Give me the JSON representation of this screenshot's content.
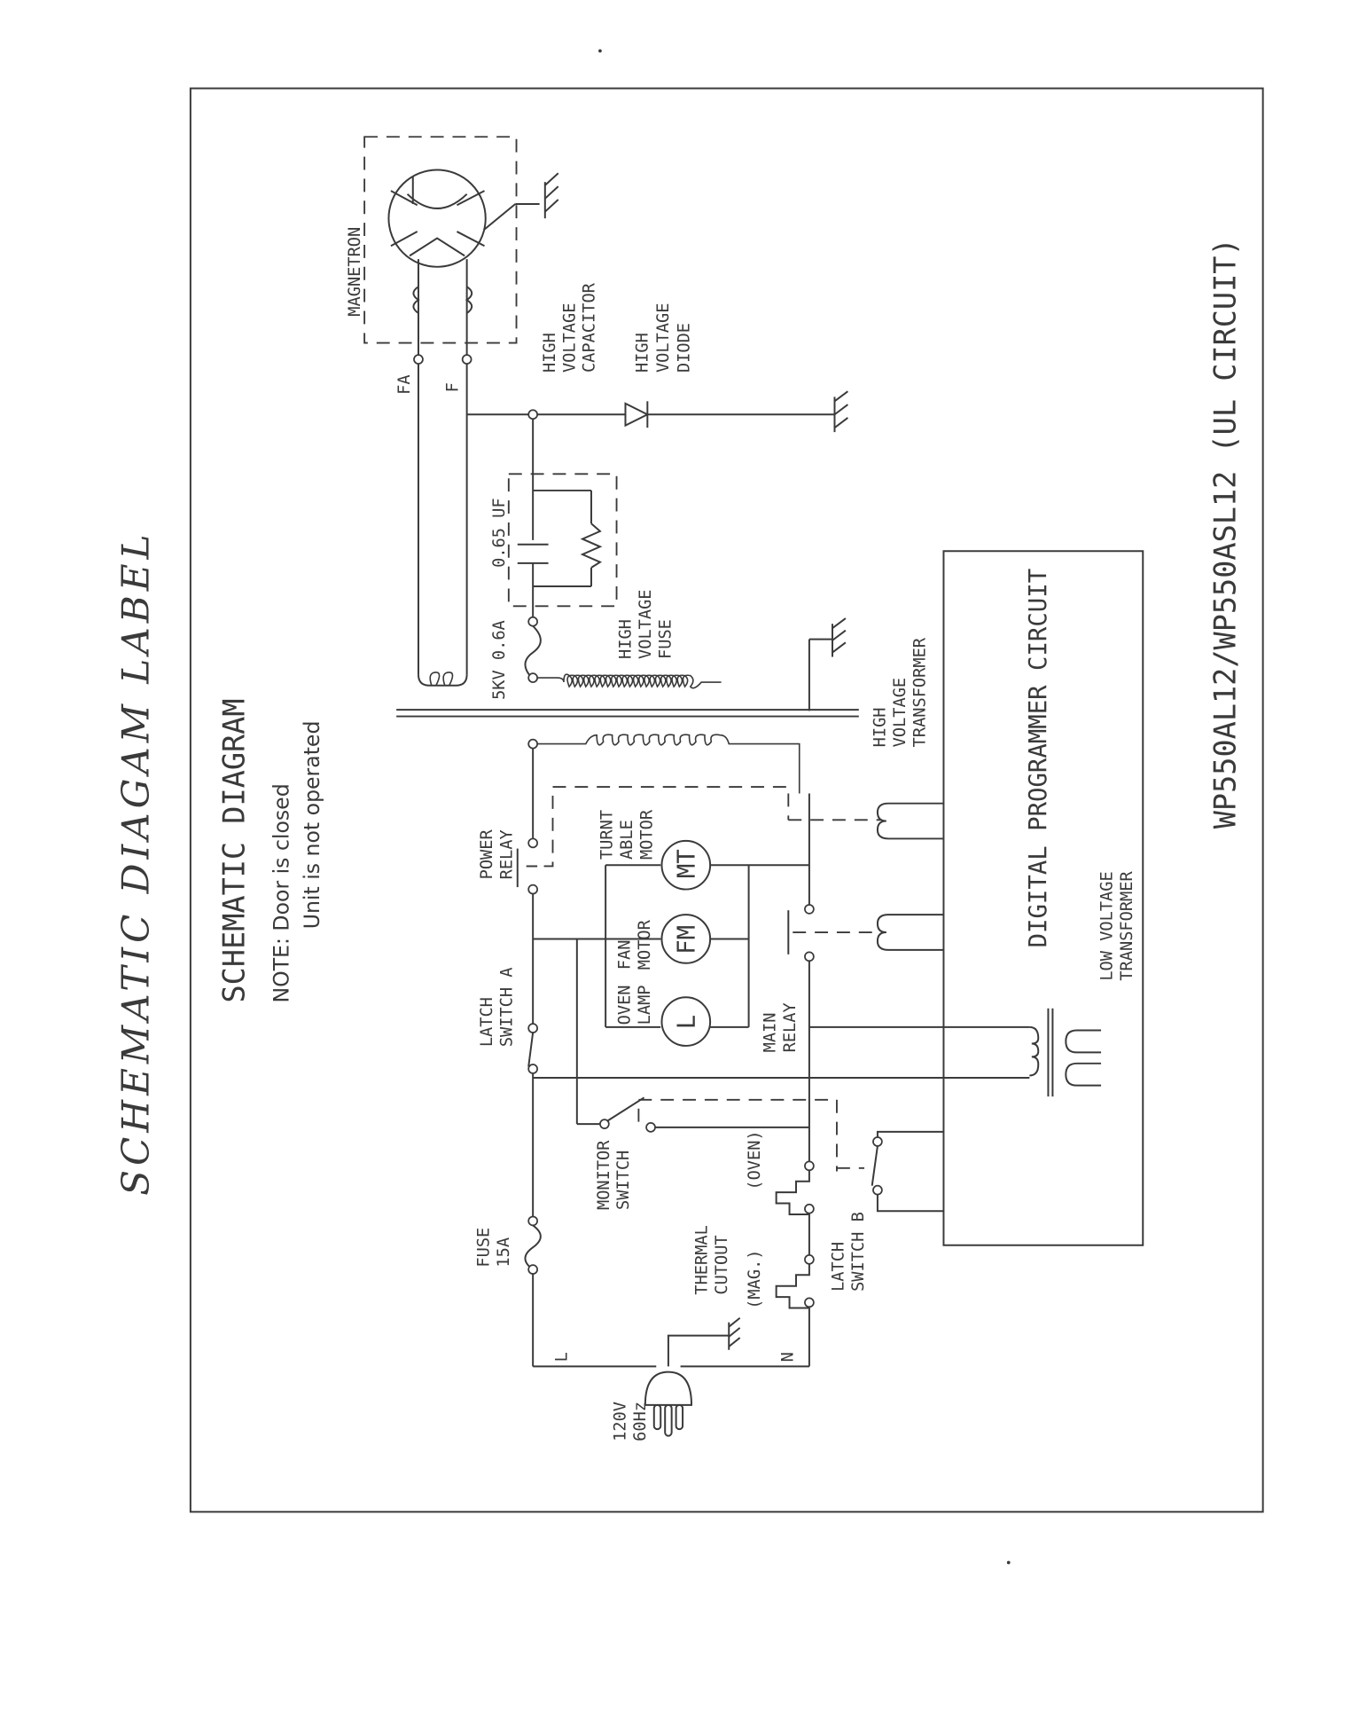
{
  "page": {
    "handwritten_title": "SCHEMATIC  DIAGAM  LABEL",
    "title": "SCHEMATIC  DIAGRAM",
    "note_line1": "NOTE: Door is closed",
    "note_line2": "Unit is not operated",
    "model_caption": "WP550AL12/WP550ASL12 (UL CIRCUIT)"
  },
  "components": {
    "magnetron": "MAGNETRON",
    "terminal_fa": "FA",
    "terminal_f": "F",
    "hv_capacitor": [
      "HIGH",
      "VOLTAGE",
      "CAPACITOR"
    ],
    "hv_diode": [
      "HIGH",
      "VOLTAGE",
      "DIODE"
    ],
    "capacitor_value": "0.65 UF",
    "hv_fuse_rating": "5KV  0.6A",
    "hv_fuse": [
      "HIGH",
      "VOLTAGE",
      "FUSE"
    ],
    "hv_transformer": [
      "HIGH",
      "VOLTAGE",
      "TRANSFORMER"
    ],
    "digital_programmer": "DIGITAL  PROGRAMMER  CIRCUIT",
    "lv_transformer": [
      "LOW VOLTAGE",
      "TRANSFORMER"
    ],
    "power_relay": [
      "POWER",
      "RELAY"
    ],
    "turntable_motor": [
      "TURNT",
      "ABLE",
      "MOTOR"
    ],
    "turntable_symbol": "MT",
    "fan_motor": [
      "FAN",
      "MOTOR"
    ],
    "fan_symbol": "FM",
    "oven_lamp": [
      "OVEN",
      "LAMP"
    ],
    "lamp_symbol": "L",
    "latch_switch_a": [
      "LATCH",
      "SWITCH  A"
    ],
    "main_relay": [
      "MAIN",
      "RELAY"
    ],
    "monitor_switch": [
      "MONITOR",
      "SWITCH"
    ],
    "thermal_cutout": [
      "THERMAL",
      "CUTOUT"
    ],
    "thermal_oven": "(OVEN)",
    "thermal_mag": "(MAG.)",
    "latch_switch_b": [
      "LATCH",
      "SWITCH  B"
    ],
    "fuse": [
      "FUSE",
      "15A"
    ],
    "line_label": "L",
    "neutral_label": "N",
    "supply": [
      "120V",
      "60Hz"
    ]
  }
}
